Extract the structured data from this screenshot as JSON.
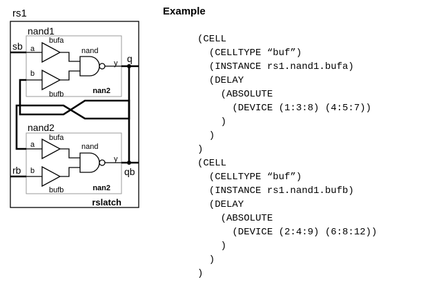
{
  "diagram": {
    "top_module": "rs1",
    "instances": [
      {
        "name": "nand1",
        "gate_type": "nan2",
        "buffer_a": "bufa",
        "buffer_b": "bufb",
        "gate_label": "nand",
        "pin_a": "a",
        "pin_b": "b",
        "output_pin": "y"
      },
      {
        "name": "nand2",
        "gate_type": "nan2",
        "buffer_a": "bufa",
        "buffer_b": "bufb",
        "gate_label": "nand",
        "pin_a": "a",
        "pin_b": "b",
        "output_pin": "y"
      }
    ],
    "inputs": [
      "sb",
      "rb"
    ],
    "outputs": [
      "q",
      "qb"
    ],
    "cell_type": "rslatch"
  },
  "example": {
    "title": "Example",
    "lines": [
      "(CELL",
      "  (CELLTYPE “buf”)",
      "  (INSTANCE rs1.nand1.bufa)",
      "  (DELAY",
      "    (ABSOLUTE",
      "      (DEVICE (1:3:8) (4:5:7))",
      "    )",
      "  )",
      ")",
      "(CELL",
      "  (CELLTYPE “buf”)",
      "  (INSTANCE rs1.nand1.bufb)",
      "  (DELAY",
      "    (ABSOLUTE",
      "      (DEVICE (2:4:9) (6:8:12))",
      "    )",
      "  )",
      ")"
    ]
  }
}
